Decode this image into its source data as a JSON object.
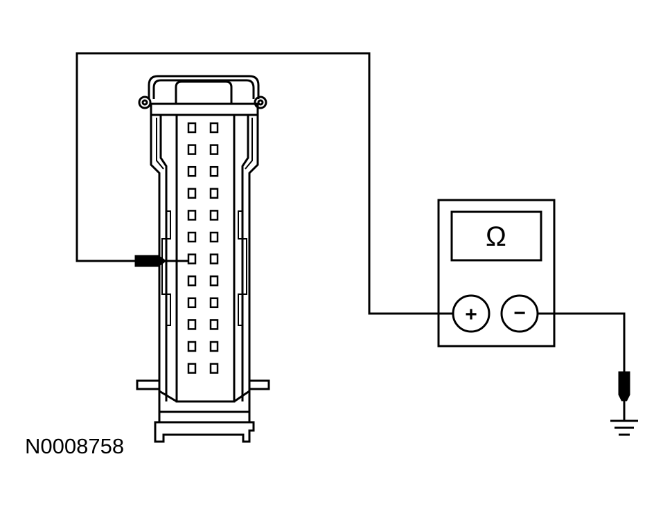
{
  "figure_id": "N0008758",
  "meter": {
    "display_symbol": "Ω",
    "positive_label": "+",
    "negative_label": "−"
  },
  "connector": {
    "rows": 12,
    "columns": 2,
    "probed_pin": {
      "row": 8,
      "column": 1
    }
  },
  "colors": {
    "line": "#000000",
    "background": "#ffffff"
  }
}
